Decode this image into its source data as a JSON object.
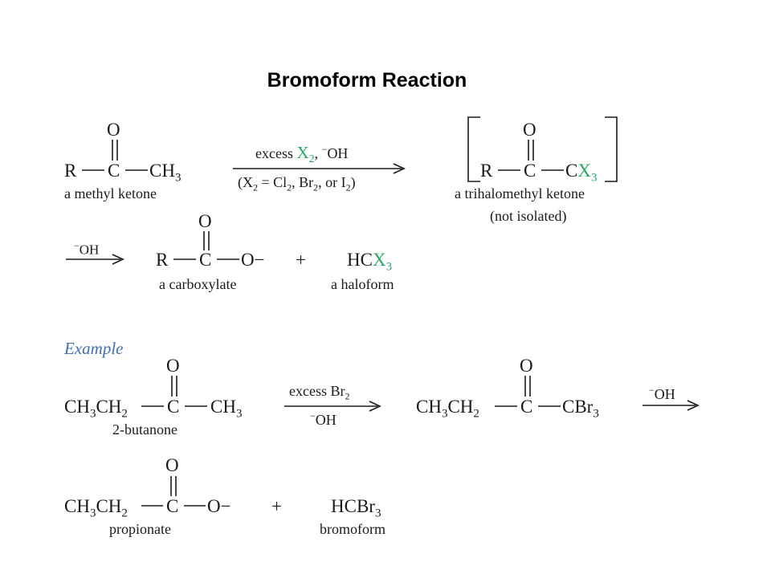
{
  "title": "Bromoform Reaction",
  "example_heading": "Example",
  "atoms": {
    "O": "O",
    "C": "C",
    "R": "R",
    "CH3": "CH3",
    "CX3": "CX3",
    "O_minus": "O−",
    "HCX3": "HCX3",
    "CH3CH2": "CH3CH2",
    "CBr3": "CBr3",
    "HCBr3": "HCBr3"
  },
  "reaction1": {
    "reagent_top_prefix": "excess",
    "reagent_top_x2": "X2",
    "reagent_top_suffix": ", −OH",
    "reagent_bottom": "(X2 = Cl2, Br2, or I2)",
    "reactant_label": "a methyl ketone",
    "intermediate_label_1": "a trihalomethyl ketone",
    "intermediate_label_2": "(not isolated)",
    "step2_reagent": "−OH",
    "plus": "+",
    "product1_label": "a carboxylate",
    "product2_label": "a haloform"
  },
  "example": {
    "reagent_top": "excess Br2",
    "reagent_bottom": "−OH",
    "reactant_label": "2-butanone",
    "step2_reagent": "−OH",
    "plus": "+",
    "product1_label": "propionate",
    "product2_label": "bromoform"
  }
}
